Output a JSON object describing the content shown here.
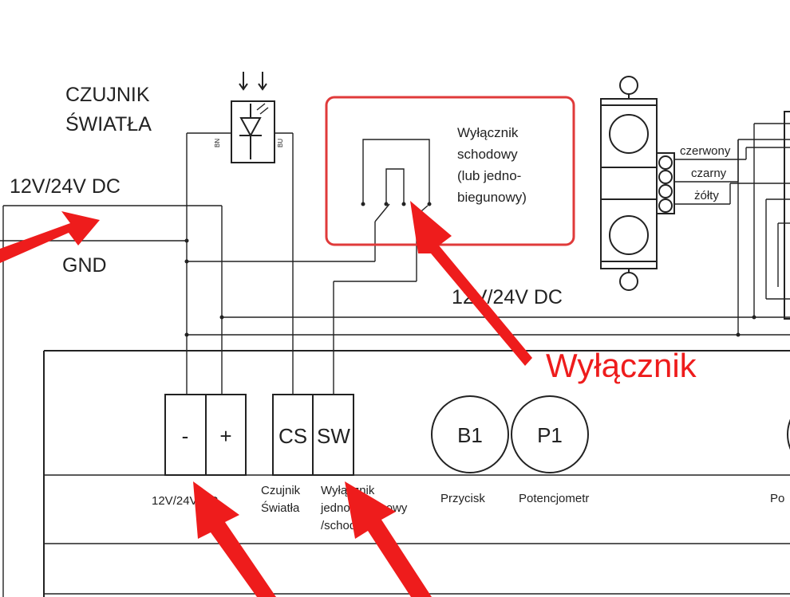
{
  "labels": {
    "light_sensor": [
      "CZUJNIK",
      "ŚWIATŁA"
    ],
    "power_top": "12V/24V DC",
    "gnd": "GND",
    "power_mid": "12V/24V DC",
    "switch_desc": [
      "Wyłącznik",
      "schodowy",
      "(lub jedno-",
      "biegunowy)"
    ],
    "wire_colors": [
      "czerwony",
      "czarny",
      "żółty"
    ],
    "sensor_pins": [
      "BN",
      "BU"
    ],
    "annotation": "Wyłącznik"
  },
  "terminals": [
    "-",
    "+",
    "CS",
    "SW"
  ],
  "circles": [
    "B1",
    "P1"
  ],
  "captions": {
    "power": "12V/24V DC",
    "sensor": [
      "Czujnik",
      "Światła"
    ],
    "switch": [
      "Wyłącznik",
      "jednobiegunowy",
      "/schodowy"
    ],
    "button": "Przycisk",
    "pot": "Potencjometr",
    "cut": "Po"
  },
  "colors": {
    "line": "#222222",
    "highlight": "#e03a3a",
    "arrow": "#ee1c1c"
  }
}
